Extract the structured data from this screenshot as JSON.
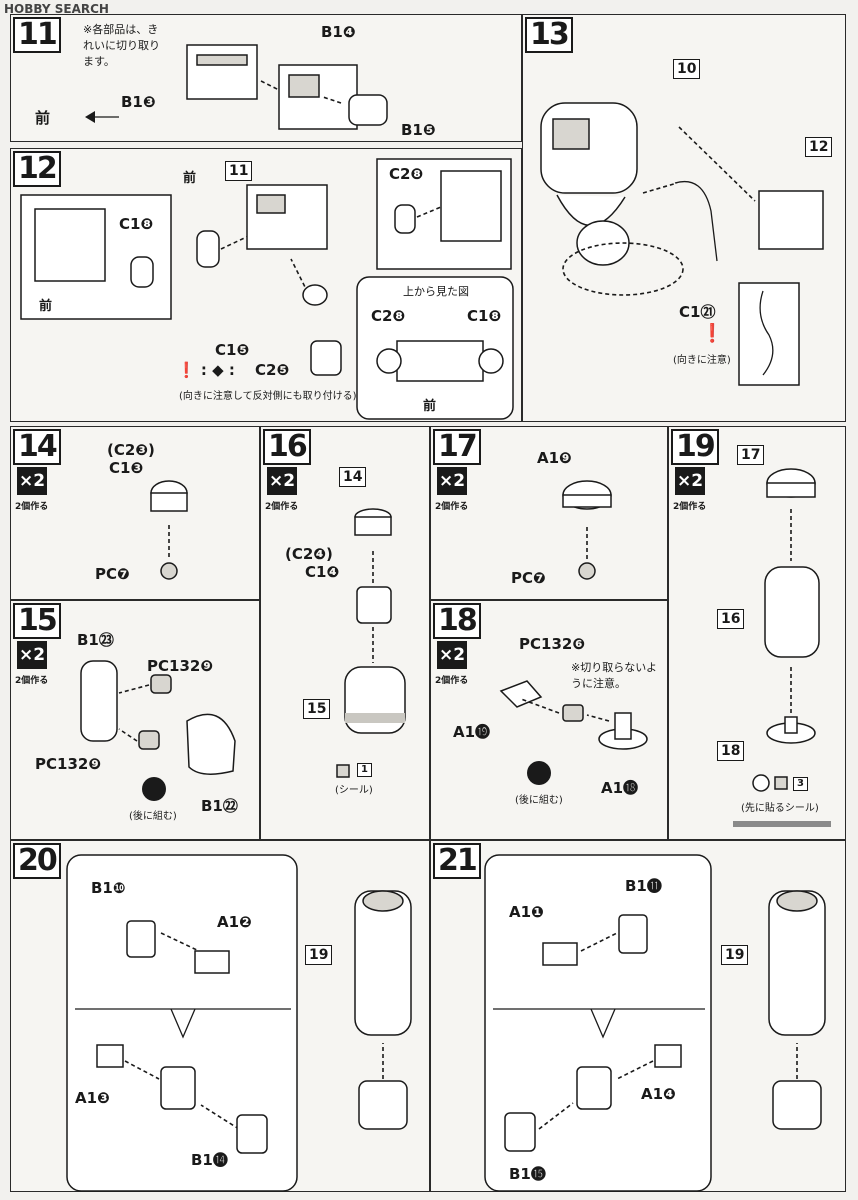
{
  "watermark": "HOBBY SEARCH",
  "steps": {
    "s11": {
      "num": "11",
      "note": "※各部品は、きれいに切り取ります。",
      "front": "前",
      "labels": [
        "B1❸",
        "B1❹",
        "B1❺"
      ]
    },
    "s12": {
      "num": "12",
      "front": "前",
      "labels": [
        "C1❽",
        "C2❽",
        "C1❺",
        "C2❺"
      ],
      "ref": "11",
      "topview": "上から見た図",
      "tv_left": "C2❽",
      "tv_right": "C1❽",
      "caution": "(向きに注意して反対側にも取り付ける)"
    },
    "s13": {
      "num": "13",
      "refs": [
        "10",
        "12"
      ],
      "label": "C1㉑",
      "caution": "(向きに注意)"
    },
    "s14": {
      "num": "14",
      "badge": "×2",
      "badge_note": "2個作る",
      "labels": [
        "(C2❸)",
        "C1❸",
        "PC❼"
      ]
    },
    "s15": {
      "num": "15",
      "badge": "×2",
      "badge_note": "2個作る",
      "labels": [
        "B1㉓",
        "PC132❾",
        "PC132❾",
        "B1㉒"
      ],
      "later": "(後に組む)"
    },
    "s16": {
      "num": "16",
      "badge": "×2",
      "badge_note": "2個作る",
      "labels": [
        "(C2❹)",
        "C1❹"
      ],
      "refs": [
        "14",
        "15"
      ],
      "seal": "(シール)",
      "seal_num": "1"
    },
    "s17": {
      "num": "17",
      "badge": "×2",
      "badge_note": "2個作る",
      "labels": [
        "A1❾",
        "PC❼"
      ]
    },
    "s18": {
      "num": "18",
      "badge": "×2",
      "badge_note": "2個作る",
      "labels": [
        "PC132❻",
        "A1⓳",
        "A1⓲"
      ],
      "note": "※切り取らないように注意。",
      "later": "(後に組む)"
    },
    "s19": {
      "num": "19",
      "badge": "×2",
      "badge_note": "2個作る",
      "refs": [
        "17",
        "16",
        "18"
      ],
      "seal": "(先に貼るシール)",
      "seal_num": "3"
    },
    "s20": {
      "num": "20",
      "labels": [
        "B1❿",
        "A1❷",
        "A1❸",
        "B1⓮"
      ],
      "ref": "19"
    },
    "s21": {
      "num": "21",
      "labels": [
        "A1❶",
        "B1⓫",
        "A1❹",
        "B1⓯"
      ],
      "ref": "19"
    }
  }
}
